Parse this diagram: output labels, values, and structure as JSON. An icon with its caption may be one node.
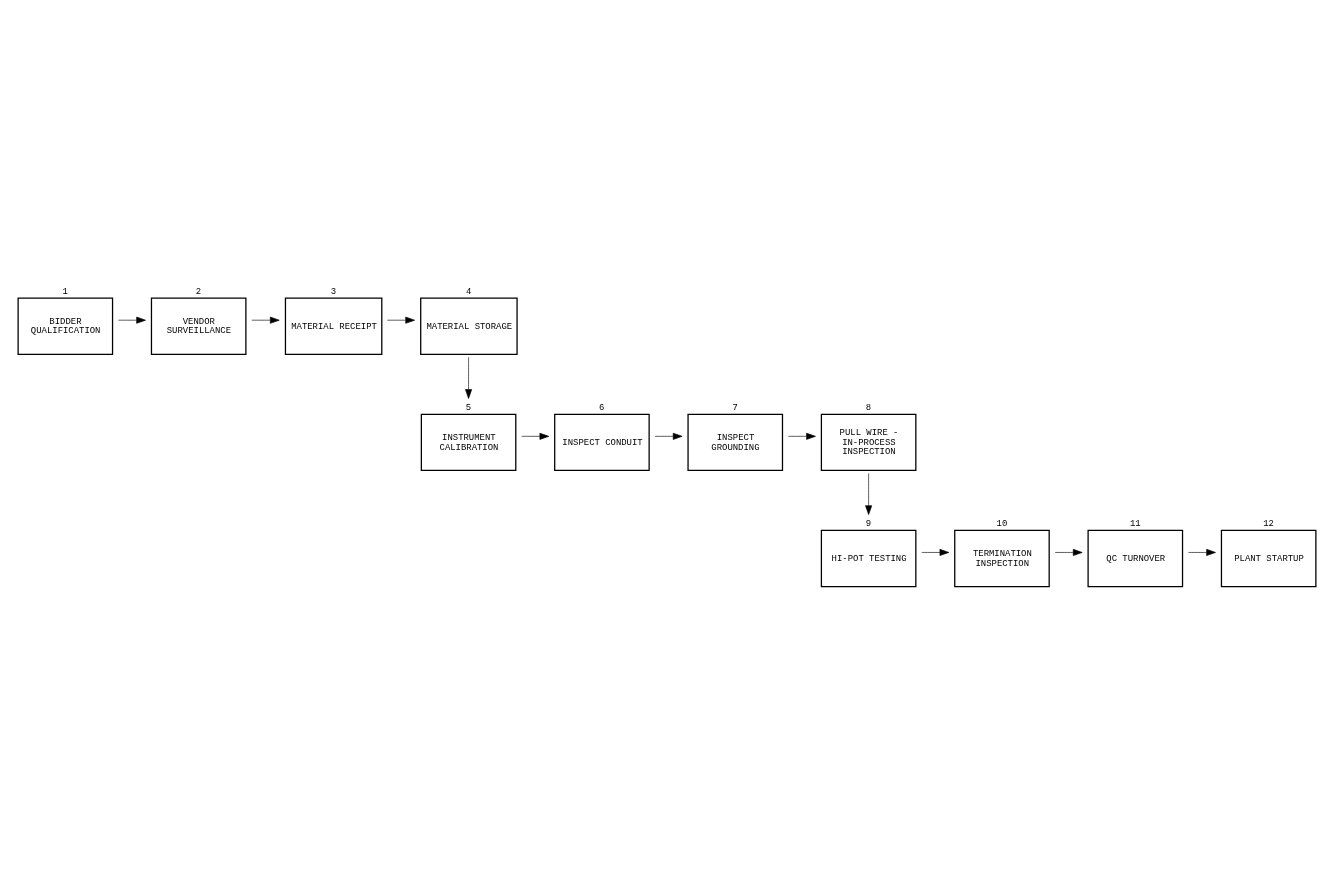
{
  "diagram": {
    "nodes": [
      {
        "text": [
          "BIDDER QUALIFICATION"
        ],
        "beside": [
          "1"
        ]
      },
      {
        "text": [
          "VENDOR SURVEILLANCE"
        ],
        "beside": [
          "2"
        ]
      },
      {
        "text": [
          "MATERIAL RECEIPT"
        ],
        "beside": [
          "3"
        ]
      },
      {
        "text": [
          "MATERIAL STORAGE"
        ],
        "beside": [
          "4"
        ]
      },
      {
        "text": [
          "INSTRUMENT CALIBRATION"
        ],
        "beside": [
          "5"
        ]
      },
      {
        "text": [
          "INSPECT CONDUIT"
        ],
        "beside": [
          "6"
        ]
      },
      {
        "text": [
          "INSPECT GROUNDING"
        ],
        "beside": [
          "7"
        ]
      },
      {
        "text": [
          "PULL WIRE - IN-PROCESS INSPECTION"
        ],
        "beside": [
          "8"
        ]
      },
      {
        "text": [
          "HI-POT TESTING"
        ],
        "beside": [
          "9"
        ]
      },
      {
        "text": [
          "TERMINATION INSPECTION"
        ],
        "beside": [
          "10"
        ]
      },
      {
        "text": [
          "QC TURNOVER"
        ],
        "beside": [
          "11"
        ]
      },
      {
        "text": [
          "PLANT STARTUP"
        ],
        "beside": [
          "12"
        ]
      }
    ],
    "edges": [
      {
        "from": 0,
        "to": 1,
        "arrow": "to"
      },
      {
        "from": 1,
        "to": 2,
        "arrow": "to"
      },
      {
        "from": 2,
        "to": 3,
        "arrow": "to"
      },
      {
        "from": 3,
        "to": 4,
        "arrow": "to"
      },
      {
        "from": 4,
        "to": 5,
        "arrow": "to"
      },
      {
        "from": 5,
        "to": 6,
        "arrow": "to"
      },
      {
        "from": 6,
        "to": 7,
        "arrow": "to"
      },
      {
        "from": 7,
        "to": 8,
        "arrow": "to"
      },
      {
        "from": 8,
        "to": 9,
        "arrow": "to"
      },
      {
        "from": 9,
        "to": 10,
        "arrow": "to"
      },
      {
        "from": 10,
        "to": 11,
        "arrow": "to"
      }
    ]
  }
}
